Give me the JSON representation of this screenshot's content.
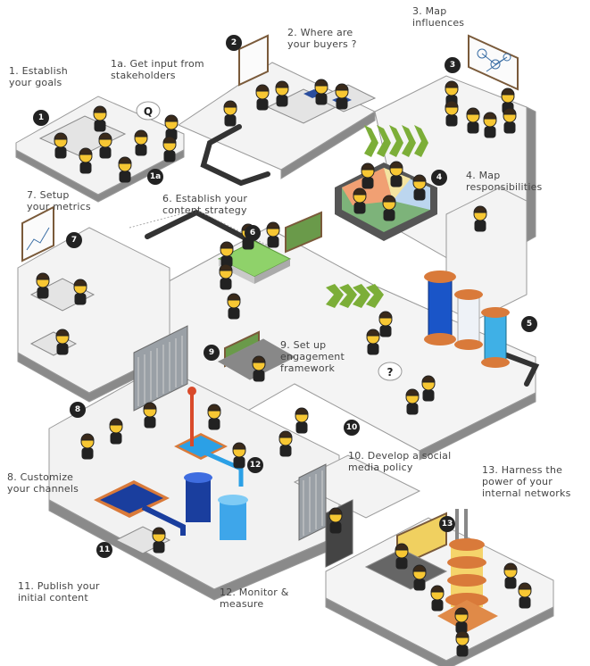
{
  "steps": [
    {
      "id": "1",
      "text": "1. Establish\nyour goals"
    },
    {
      "id": "1a",
      "text": "1a. Get input from\nstakeholders"
    },
    {
      "id": "2",
      "text": "2. Where are\nyour buyers ?"
    },
    {
      "id": "3",
      "text": "3. Map\ninfluences"
    },
    {
      "id": "4",
      "text": "4. Map\nresponsibilities"
    },
    {
      "id": "5",
      "text": ""
    },
    {
      "id": "6",
      "text": "6. Establish your\ncontent strategy"
    },
    {
      "id": "7",
      "text": "7. Setup\nyour metrics"
    },
    {
      "id": "8",
      "text": "8. Customize\nyour channels"
    },
    {
      "id": "9",
      "text": "9. Set up\nengagement\nframework"
    },
    {
      "id": "10",
      "text": "10. Develop a social\nmedia policy"
    },
    {
      "id": "11",
      "text": "11. Publish your\ninitial content"
    },
    {
      "id": "12",
      "text": "12. Monitor &\nmeasure"
    },
    {
      "id": "13",
      "text": "13. Harness the\npower of your\ninternal networks"
    }
  ],
  "badges": [
    "1",
    "1a",
    "2",
    "3",
    "4",
    "5",
    "6",
    "7",
    "8",
    "9",
    "10",
    "11",
    "12",
    "13"
  ],
  "icons": {
    "speech_q": "Q",
    "speech_question": "?"
  },
  "colors": {
    "floor": "#f2f2f2",
    "wall": "#8c8c8c",
    "badge": "#222222",
    "chevron": "#7cae38",
    "copper": "#d97a3a",
    "tank": "#1a55c8",
    "grass": "#8fd26a"
  }
}
